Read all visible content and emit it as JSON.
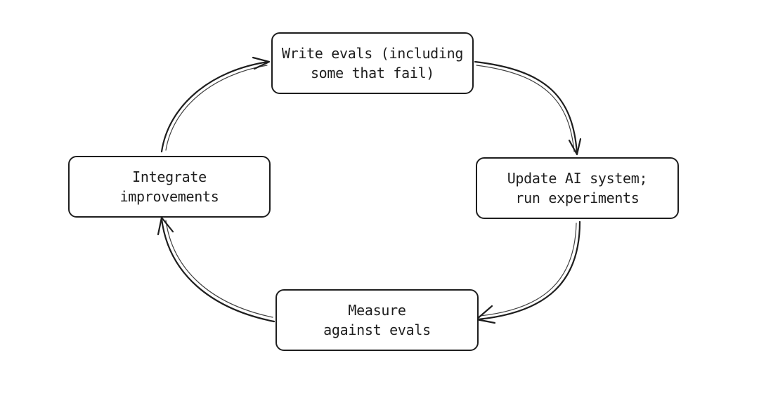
{
  "diagram": {
    "nodes": [
      {
        "id": "write",
        "label": "Write evals (including\nsome that fail)"
      },
      {
        "id": "update",
        "label": "Update AI system;\nrun experiments"
      },
      {
        "id": "measure",
        "label": "Measure\nagainst evals"
      },
      {
        "id": "integrate",
        "label": "Integrate\nimprovements"
      }
    ],
    "edges": [
      {
        "from": "write",
        "to": "update"
      },
      {
        "from": "update",
        "to": "measure"
      },
      {
        "from": "measure",
        "to": "integrate"
      },
      {
        "from": "integrate",
        "to": "write"
      }
    ],
    "colors": {
      "stroke": "#1e1e1e",
      "background": "#ffffff"
    }
  }
}
